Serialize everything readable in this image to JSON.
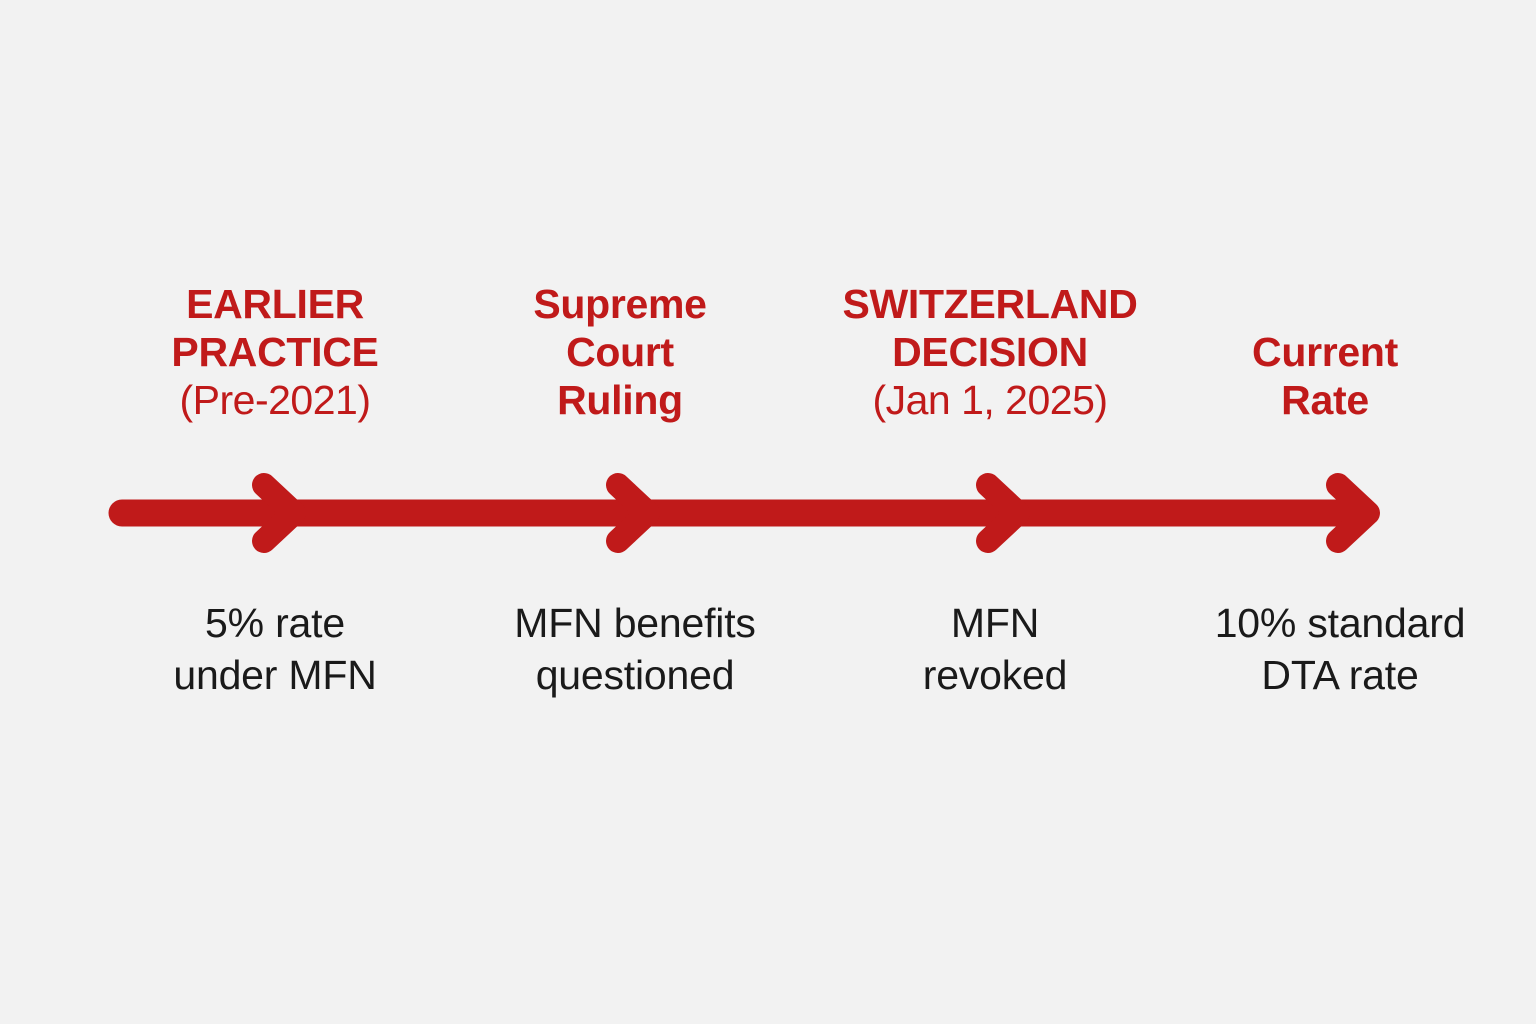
{
  "theme": {
    "background": "#f2f2f2",
    "accent_red": "#c01a1a",
    "caption_text": "#1a1a1a"
  },
  "timeline": {
    "orientation": "horizontal",
    "arrow_color": "#c01a1a",
    "milestones": [
      {
        "heading_lines": [
          "EARLIER",
          "PRACTICE"
        ],
        "date": "(Pre-2021)",
        "caption": "5% rate\nunder MFN",
        "caption_lines": [
          "5% rate",
          "under MFN"
        ]
      },
      {
        "heading_lines": [
          "Supreme",
          "Court",
          "Ruling"
        ],
        "date": "",
        "caption": "MFN benefits\nquestioned",
        "caption_lines": [
          "MFN benefits",
          "questioned"
        ]
      },
      {
        "heading_lines": [
          "SWITZERLAND",
          "DECISION"
        ],
        "date": "(Jan 1, 2025)",
        "caption": "MFN\nrevoked",
        "caption_lines": [
          "MFN",
          "revoked"
        ]
      },
      {
        "heading_lines": [
          "Current",
          "Rate"
        ],
        "date": "",
        "caption": "10% standard\nDTA rate",
        "caption_lines": [
          "10% standard",
          "DTA rate"
        ]
      }
    ]
  }
}
